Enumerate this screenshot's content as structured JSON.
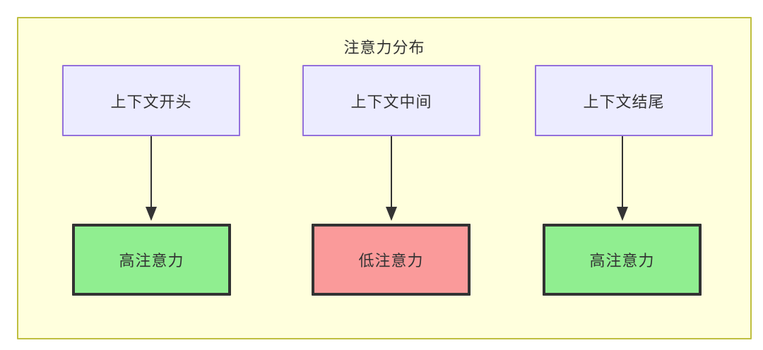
{
  "diagram": {
    "title": "注意力分布",
    "background_color": "#ffffdd",
    "border_color": "#bfbf40",
    "nodes": {
      "top": [
        {
          "id": "context-start",
          "label": "上下文开头",
          "fill": "#ececff",
          "stroke": "#9370db"
        },
        {
          "id": "context-middle",
          "label": "上下文中间",
          "fill": "#ececff",
          "stroke": "#9370db"
        },
        {
          "id": "context-end",
          "label": "上下文结尾",
          "fill": "#ececff",
          "stroke": "#9370db"
        }
      ],
      "bottom": [
        {
          "id": "attention-high-start",
          "label": "高注意力",
          "fill": "#90ee90",
          "stroke": "#333333"
        },
        {
          "id": "attention-low-middle",
          "label": "低注意力",
          "fill": "#fa9a9a",
          "stroke": "#333333"
        },
        {
          "id": "attention-high-end",
          "label": "高注意力",
          "fill": "#90ee90",
          "stroke": "#333333"
        }
      ]
    },
    "edges": [
      {
        "from": "context-start",
        "to": "attention-high-start",
        "label": ""
      },
      {
        "from": "context-middle",
        "to": "attention-low-middle",
        "label": ""
      },
      {
        "from": "context-end",
        "to": "attention-high-end",
        "label": ""
      }
    ],
    "edge_color": "#333333"
  }
}
